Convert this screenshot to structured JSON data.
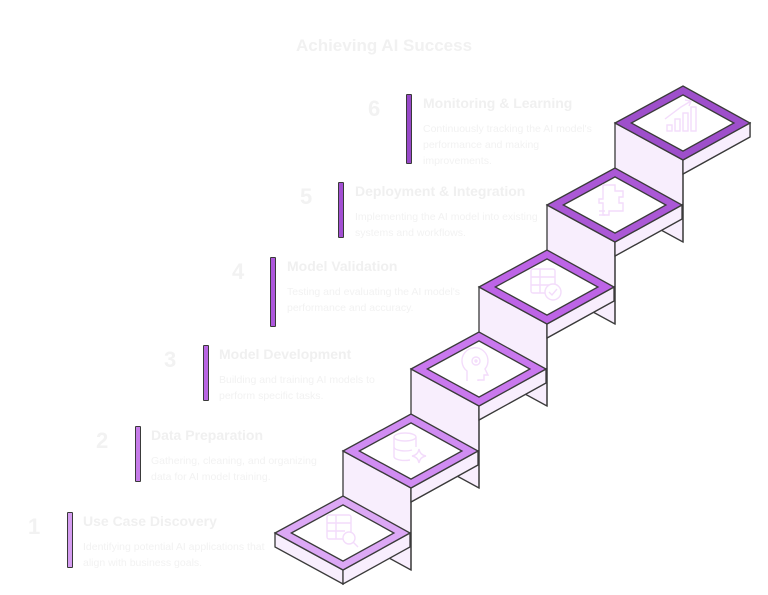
{
  "title": "Achieving AI Success",
  "colors": {
    "outline": "#3a3a3a",
    "side_fill": "#f8eefd",
    "top_fill": "#ffffff",
    "icon_stroke": "#f3dcfb",
    "rim": [
      "#dca8f5",
      "#d08cf2",
      "#c978ee",
      "#bd64e6",
      "#ab58d6",
      "#9e4fcb"
    ],
    "bar": [
      "#d49cf0",
      "#c67ce9",
      "#b966e3",
      "#ad57dc",
      "#a24fd3",
      "#9748c8"
    ]
  },
  "steps": [
    {
      "number": "1",
      "title": "Use Case Discovery",
      "description": "Identifying potential AI applications that align with business goals.",
      "icon": "table-search-icon"
    },
    {
      "number": "2",
      "title": "Data Preparation",
      "description": "Gathering, cleaning, and organizing data for AI model training.",
      "icon": "database-sparkle-icon"
    },
    {
      "number": "3",
      "title": "Model Development",
      "description": "Building and training AI models to perform specific tasks.",
      "icon": "head-gear-icon"
    },
    {
      "number": "4",
      "title": "Model Validation",
      "description": "Testing and evaluating the AI model's performance and accuracy.",
      "icon": "table-check-icon"
    },
    {
      "number": "5",
      "title": "Deployment & Integration",
      "description": "Implementing the AI model into existing systems and workflows.",
      "icon": "puzzle-icon"
    },
    {
      "number": "6",
      "title": "Monitoring & Learning",
      "description": "Continuously tracking the AI model's performance and making improvements.",
      "icon": "chart-growth-icon"
    }
  ]
}
